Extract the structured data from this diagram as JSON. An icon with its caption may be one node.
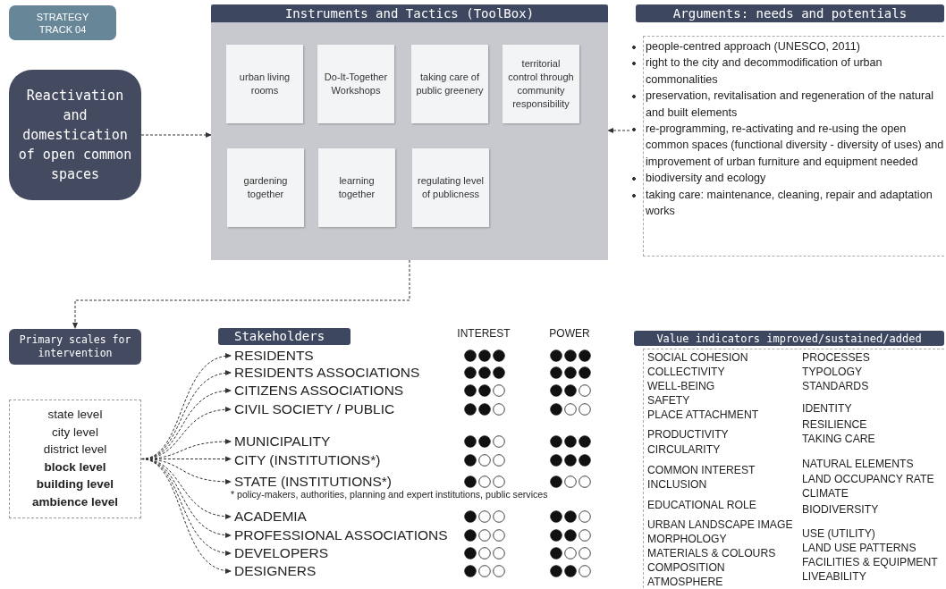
{
  "diagram": {
    "nodes": [
      {
        "text": [
          "STRATEGY TRACK 04"
        ]
      },
      {
        "text": [
          "Reactivation and domestication of open common spaces"
        ]
      },
      {
        "text": [
          "Instruments and Tactics (ToolBox)"
        ]
      },
      {
        "text": [
          "urban living rooms"
        ],
        "in": 2
      },
      {
        "text": [
          "Do-It-Together Workshops"
        ],
        "in": 2
      },
      {
        "text": [
          "taking care of public greenery"
        ],
        "in": 2
      },
      {
        "text": [
          "territorial control through community responsibility"
        ],
        "in": 2
      },
      {
        "text": [
          "gardening together"
        ],
        "in": 2
      },
      {
        "text": [
          "learning together"
        ],
        "in": 2
      },
      {
        "text": [
          "regulating level of publicness"
        ],
        "in": 2
      },
      {
        "text": [
          "Arguments: needs and potentials",
          "people-centred approach (UNESCO, 2011)",
          "right to the city and decommodification of urban commonalities",
          "preservation, revitalisation and regeneration of the natural and built elements",
          "re-programming, re-activating and re-using the open common spaces (functional diversity - diversity of uses) and improvement of urban furniture and equipment needed",
          "biodiversity and ecology",
          "taking care: maintenance, cleaning, repair and adaptation works"
        ]
      },
      {
        "text": [
          "Primary scales for intervention"
        ]
      },
      {
        "text": [
          "state level",
          "city level",
          "district level",
          "block level",
          "building level",
          "ambience level"
        ]
      },
      {
        "text": [
          "Stakeholders"
        ]
      },
      {
        "text": [
          "RESIDENTS"
        ]
      },
      {
        "text": [
          "RESIDENTS ASSOCIATIONS"
        ]
      },
      {
        "text": [
          "CITIZENS ASSOCIATIONS"
        ]
      },
      {
        "text": [
          "CIVIL SOCIETY / PUBLIC"
        ]
      },
      {
        "text": [
          "MUNICIPALITY"
        ]
      },
      {
        "text": [
          "CITY (INSTITUTIONS*)"
        ]
      },
      {
        "text": [
          "STATE (INSTITUTIONS*)"
        ],
        "beside": [
          "* policy-makers, authorities, planning and expert institutions, public services"
        ]
      },
      {
        "text": [
          "ACADEMIA"
        ]
      },
      {
        "text": [
          "PROFESSIONAL ASSOCIATIONS"
        ]
      },
      {
        "text": [
          "DEVELOPERS"
        ]
      },
      {
        "text": [
          "DESIGNERS"
        ]
      },
      {
        "text": [
          "Value indicators improved/sustained/added",
          "SOCIAL COHESION",
          "COLLECTIVITY",
          "WELL-BEING",
          "SAFETY",
          "PLACE ATTACHMENT",
          "PRODUCTIVITY",
          "CIRCULARITY",
          "COMMON INTEREST",
          "INCLUSION",
          "EDUCATIONAL ROLE",
          "URBAN LANDSCAPE IMAGE",
          "MORPHOLOGY",
          "MATERIALS & COLOURS",
          "COMPOSITION",
          "ATMOSPHERE",
          "PROCESSES",
          "TYPOLOGY",
          "STANDARDS",
          "IDENTITY",
          "RESILIENCE",
          "TAKING CARE",
          "NATURAL ELEMENTS",
          "LAND OCCUPANCY RATE",
          "CLIMATE",
          "BIODIVERSITY",
          "USE (UTILITY)",
          "LAND USE PATTERNS",
          "FACILITIES & EQUIPMENT",
          "LIVEABILITY"
        ]
      }
    ],
    "edges": [
      {
        "from": 1,
        "to": 2,
        "arrow": "to",
        "style": "dashed"
      },
      {
        "from": 10,
        "to": 2,
        "arrow": "to",
        "style": "dashed"
      },
      {
        "from": 2,
        "to": 11,
        "arrow": "to",
        "style": "dashed"
      },
      {
        "from": 12,
        "to": 14,
        "arrow": "to",
        "style": "dashed"
      },
      {
        "from": 12,
        "to": 15,
        "arrow": "to",
        "style": "dashed"
      },
      {
        "from": 12,
        "to": 16,
        "arrow": "to",
        "style": "dashed"
      },
      {
        "from": 12,
        "to": 17,
        "arrow": "to",
        "style": "dashed"
      },
      {
        "from": 12,
        "to": 18,
        "arrow": "to",
        "style": "dashed"
      },
      {
        "from": 12,
        "to": 19,
        "arrow": "to",
        "style": "dashed"
      },
      {
        "from": 12,
        "to": 20,
        "arrow": "to",
        "style": "dashed"
      },
      {
        "from": 12,
        "to": 21,
        "arrow": "to",
        "style": "dashed"
      },
      {
        "from": 12,
        "to": 22,
        "arrow": "to",
        "style": "dashed"
      },
      {
        "from": 12,
        "to": 23,
        "arrow": "to",
        "style": "dashed"
      },
      {
        "from": 12,
        "to": 24,
        "arrow": "to",
        "style": "dashed"
      }
    ],
    "labels": [
      "INTEREST",
      "POWER"
    ]
  }
}
